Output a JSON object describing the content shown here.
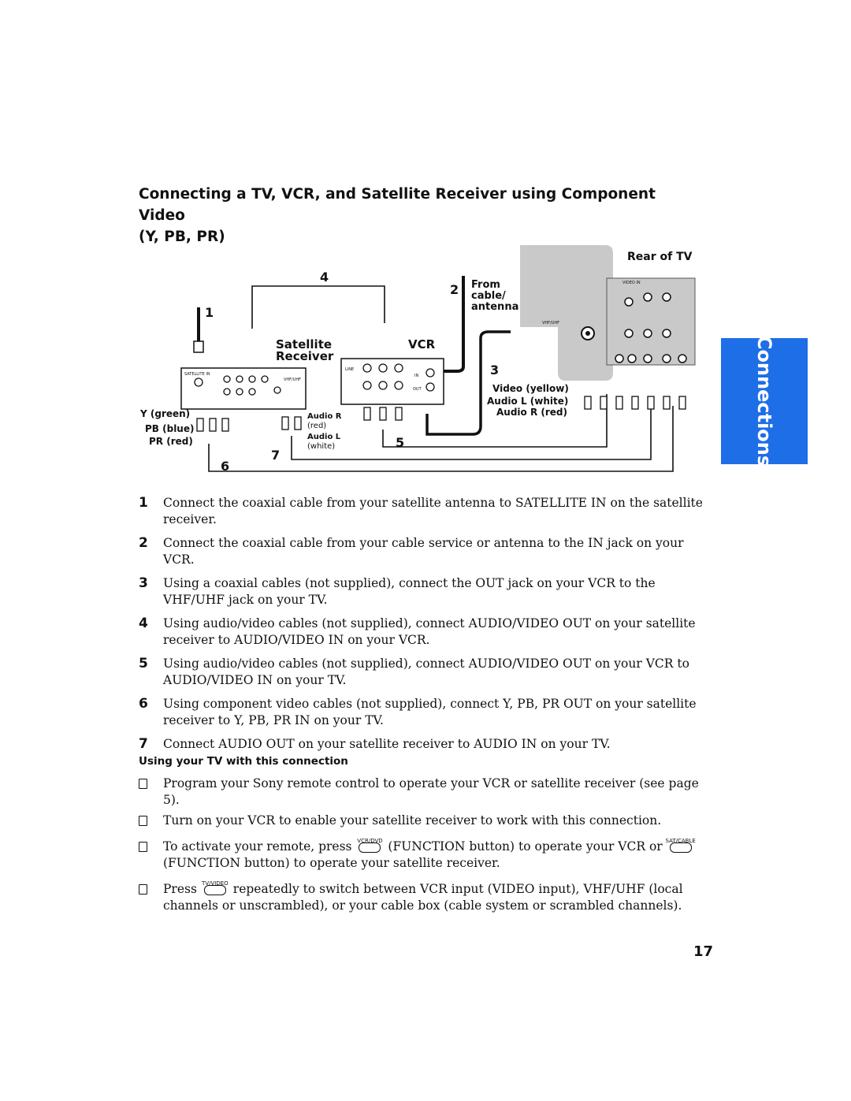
{
  "title_line1": "Connecting a TV, VCR, and Satellite Receiver using Component Video",
  "title_line2": "(Y, PB, PR)",
  "side_tab": "Connections",
  "diagram": {
    "rear_of_tv": "Rear of TV",
    "from": "From",
    "cable": "cable/",
    "antenna": "antenna",
    "satellite": "Satellite",
    "receiver": "Receiver",
    "vcr": "VCR",
    "y_green": "Y (green)",
    "pb_blue": "PB (blue)",
    "pr_red": "PR (red)",
    "audio_r": "Audio R",
    "red": "(red)",
    "audio_l": "Audio L",
    "white": "(white)",
    "video_yellow": "Video (yellow)",
    "audio_l_white": "Audio L (white)",
    "audio_r_red": "Audio R (red)",
    "satellite_in": "SATELLITE IN",
    "vhf_uhf": "VHF/UHF",
    "in": "IN",
    "out": "OUT",
    "line": "LINE",
    "video_in_panel": "VIDEO IN",
    "n1": "1",
    "n2": "2",
    "n3": "3",
    "n4": "4",
    "n5": "5",
    "n6": "6",
    "n7": "7"
  },
  "steps": [
    {
      "num": "1",
      "text": "Connect the coaxial cable from your satellite antenna to SATELLITE IN on the satellite receiver."
    },
    {
      "num": "2",
      "text": "Connect the coaxial cable from your cable service or antenna to the IN jack on your VCR."
    },
    {
      "num": "3",
      "text": "Using a coaxial cables (not supplied), connect the OUT jack on your VCR to the VHF/UHF jack on your TV."
    },
    {
      "num": "4",
      "text": "Using audio/video cables (not supplied), connect AUDIO/VIDEO OUT on your satellite receiver to AUDIO/VIDEO IN on your VCR."
    },
    {
      "num": "5",
      "text": "Using audio/video cables (not supplied), connect AUDIO/VIDEO OUT on your VCR to AUDIO/VIDEO IN on your TV."
    },
    {
      "num": "6",
      "text": "Using component video cables (not supplied), connect Y, PB, PR OUT on your satellite receiver to Y, PB, PR IN on your TV."
    },
    {
      "num": "7",
      "text": "Connect AUDIO OUT on your satellite receiver to AUDIO IN on your TV."
    }
  ],
  "subheading": "Using your TV with this connection",
  "tips": {
    "t1": "Program your Sony remote control to operate your VCR or satellite receiver (see page 5).",
    "t2": "Turn on your VCR to enable your satellite receiver to work with this connection.",
    "t3_a": "To activate your remote, press",
    "t3_btn1": "VCR/DVD",
    "t3_b": "(FUNCTION button) to operate your VCR or",
    "t3_btn2": "SAT/CABLE",
    "t3_c": "(FUNCTION button) to operate your satellite receiver.",
    "t4_a": "Press",
    "t4_btn": "TV/VIDEO",
    "t4_b": "repeatedly to switch between VCR input (VIDEO input), VHF/UHF (local channels or unscrambled), or your cable box (cable system or scrambled channels)."
  },
  "page_number": "17"
}
